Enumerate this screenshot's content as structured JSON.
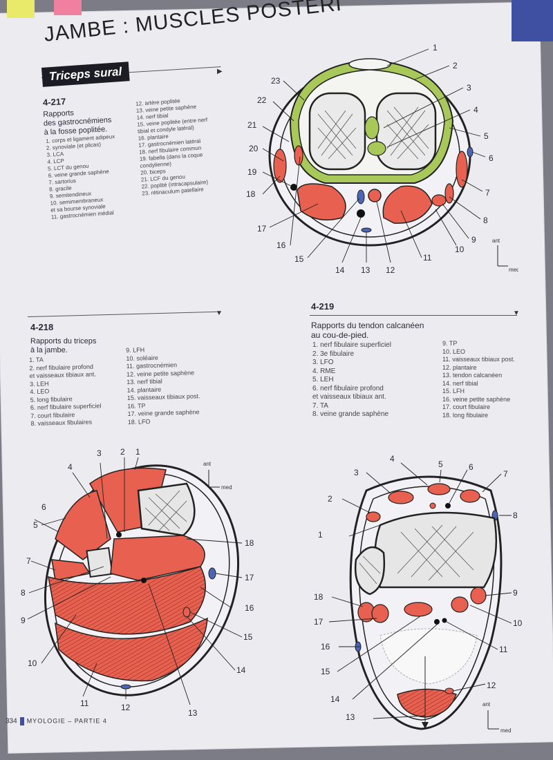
{
  "header": {
    "title": "JAMBE : MUSCLES POSTERI"
  },
  "section": {
    "title": "Triceps sural"
  },
  "fig217": {
    "number": "4-217",
    "caption": [
      "Rapports",
      "des gastrocnémiens",
      "à la fosse poplitée."
    ],
    "items_left": [
      "1. corps et ligament adipeux",
      "2. synoviale (et plicas)",
      "3. LCA",
      "4. LCP",
      "5. LCT du genou",
      "6. veine grande saphène",
      "7. sartorius",
      "8. gracile",
      "9. semitendineux",
      "10. semimembraneux",
      "et sa bourse synoviale",
      "11. gastrocnémien médial"
    ],
    "items_right": [
      "12. artère poplitée",
      "13. veine petite saphène",
      "14. nerf tibial",
      "15. veine poplitée (entre nerf",
      "tibial et condyle latéral)",
      "16. plantaire",
      "17. gastrocnémien latéral",
      "18. nerf fibulaire commun",
      "19. fabella (dans la coque",
      "condylienne)",
      "20. biceps",
      "21. LCF du genou",
      "22. poplité (intracapsulaire)",
      "23. rétinaculum patellaire"
    ],
    "labels": [
      "1",
      "2",
      "3",
      "4",
      "5",
      "6",
      "7",
      "8",
      "9",
      "10",
      "11",
      "12",
      "13",
      "14",
      "15",
      "16",
      "17",
      "18",
      "19",
      "20",
      "21",
      "22",
      "23"
    ]
  },
  "fig218": {
    "number": "4-218",
    "caption": [
      "Rapports du triceps",
      "à la jambe."
    ],
    "items_left": [
      "1. TA",
      "2. nerf fibulaire profond",
      "et vaisseaux tibiaux ant.",
      "3. LEH",
      "4. LEO",
      "5. long fibulaire",
      "6. nerf fibulaire superficiel",
      "7. court fibulaire",
      "8. vaisseaux fibulaires"
    ],
    "items_right": [
      "9. LFH",
      "10. soléaire",
      "11. gastrocnémien",
      "12. veine petite saphène",
      "13. nerf tibial",
      "14. plantaire",
      "15. vaisseaux tibiaux post.",
      "16. TP",
      "17. veine grande saphène",
      "18. LFO"
    ],
    "labels": [
      "1",
      "2",
      "3",
      "4",
      "5",
      "6",
      "7",
      "8",
      "9",
      "10",
      "11",
      "12",
      "13",
      "14",
      "15",
      "16",
      "17",
      "18"
    ],
    "orient": {
      "ant": "ant",
      "med": "med"
    }
  },
  "fig219": {
    "number": "4-219",
    "caption": [
      "Rapports du tendon calcanéen",
      "au cou-de-pied."
    ],
    "items_left": [
      "1. nerf fibulaire superficiel",
      "2. 3e fibulaire",
      "3. LFO",
      "4. RME",
      "5. LEH",
      "6. nerf fibulaire profond",
      "et vaisseaux tibiaux ant.",
      "7. TA",
      "8. veine grande saphène"
    ],
    "items_right": [
      "9. TP",
      "10. LEO",
      "11. vaisseaux tibiaux post.",
      "12. plantaire",
      "13. tendon calcanéen",
      "14. nerf tibial",
      "15. LFH",
      "16. veine petite saphène",
      "17. court fibulaire",
      "18. long fibulaire"
    ],
    "labels": [
      "1",
      "2",
      "3",
      "4",
      "5",
      "6",
      "7",
      "8",
      "9",
      "10",
      "11",
      "12",
      "13",
      "14",
      "15",
      "16",
      "17",
      "18"
    ],
    "orient": {
      "ant": "ant",
      "med": "med"
    }
  },
  "fig217_orient": {
    "ant": "ant",
    "med": "med"
  },
  "footer": {
    "page": "334",
    "section": "MYOLOGIE – PARTIE 4"
  },
  "colors": {
    "muscle": "#e8604f",
    "tendon_green": "#a8c85a",
    "paper": "#ecebf0",
    "ink": "#2a2a38",
    "accent": "#3f4fa2"
  }
}
